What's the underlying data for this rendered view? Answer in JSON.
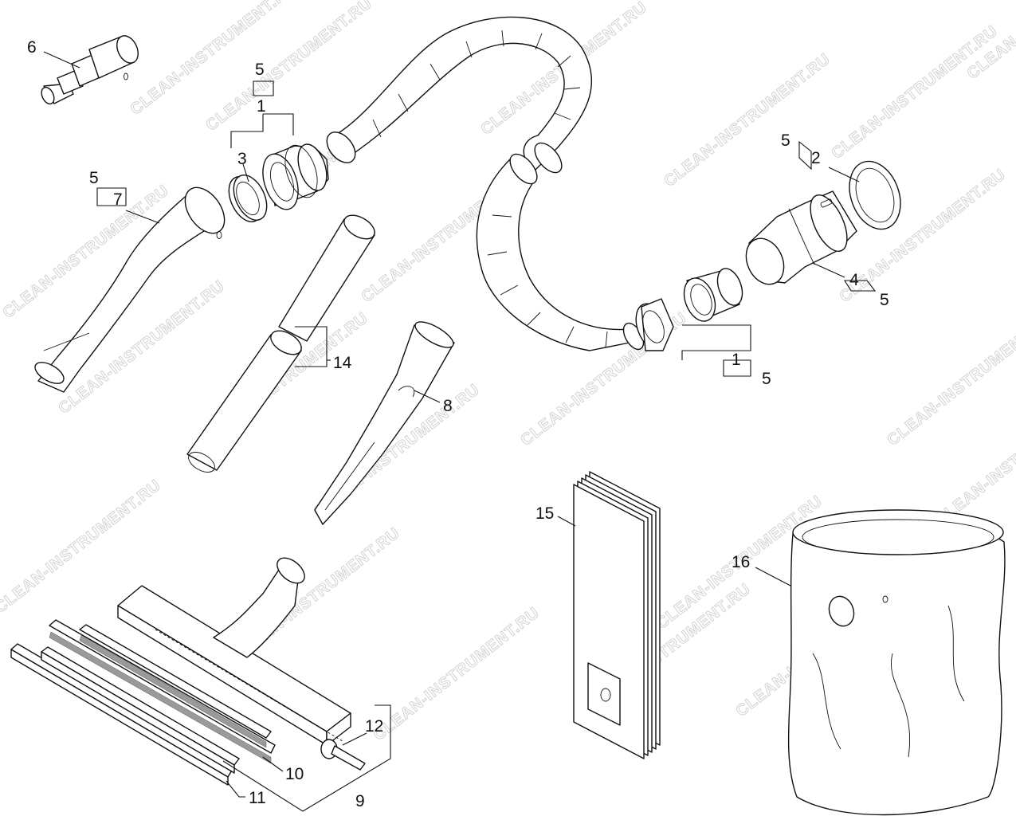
{
  "watermark": "CLEAN-INSTRUMENT.RU",
  "callouts": {
    "c1a": "1",
    "c1b": "1",
    "c2": "2",
    "c3": "3",
    "c4": "4",
    "c5a": "5",
    "c5b": "5",
    "c5c": "5",
    "c5d": "5",
    "c5e": "5",
    "c6": "6",
    "c7": "7",
    "c8": "8",
    "c9": "9",
    "c10": "10",
    "c11": "11",
    "c12": "12",
    "c14": "14",
    "c15": "15",
    "c16": "16"
  }
}
